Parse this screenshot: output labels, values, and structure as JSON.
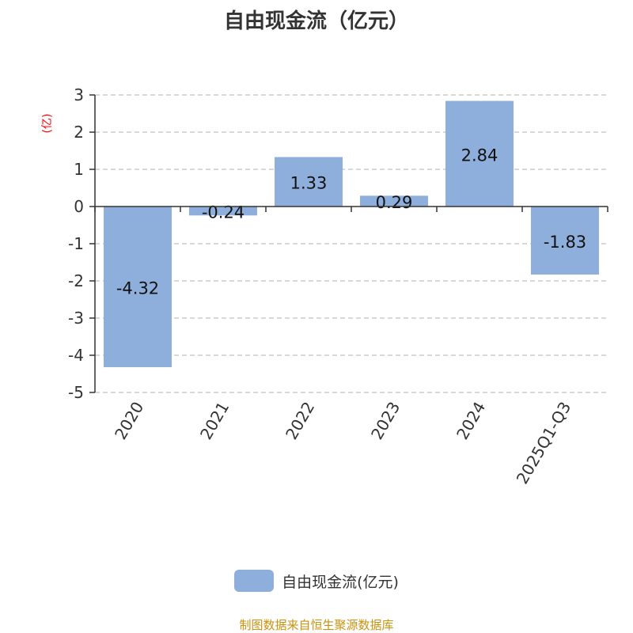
{
  "chart_data": {
    "type": "bar",
    "title": "自由现金流（亿元）",
    "ylabel": "(亿)",
    "xlabel": "",
    "categories": [
      "2020",
      "2021",
      "2022",
      "2023",
      "2024",
      "2025Q1-Q3"
    ],
    "series": [
      {
        "name": "自由现金流(亿元)",
        "values": [
          -4.32,
          -0.24,
          1.33,
          0.29,
          2.84,
          -1.83
        ]
      }
    ],
    "data_labels": [
      "-4.32",
      "-0.24",
      "1.33",
      "0.29",
      "2.84",
      "-1.83"
    ],
    "ylim": [
      -5,
      3
    ],
    "yticks": [
      3,
      2,
      1,
      0,
      -1,
      -2,
      -3,
      -4,
      -5
    ],
    "grid": true,
    "legend": "bottom-center",
    "colors": {
      "bar": "#8eaedb",
      "ylabel": "#ff0000",
      "source": "#c9920f"
    }
  },
  "source": "制图数据来自恒生聚源数据库"
}
